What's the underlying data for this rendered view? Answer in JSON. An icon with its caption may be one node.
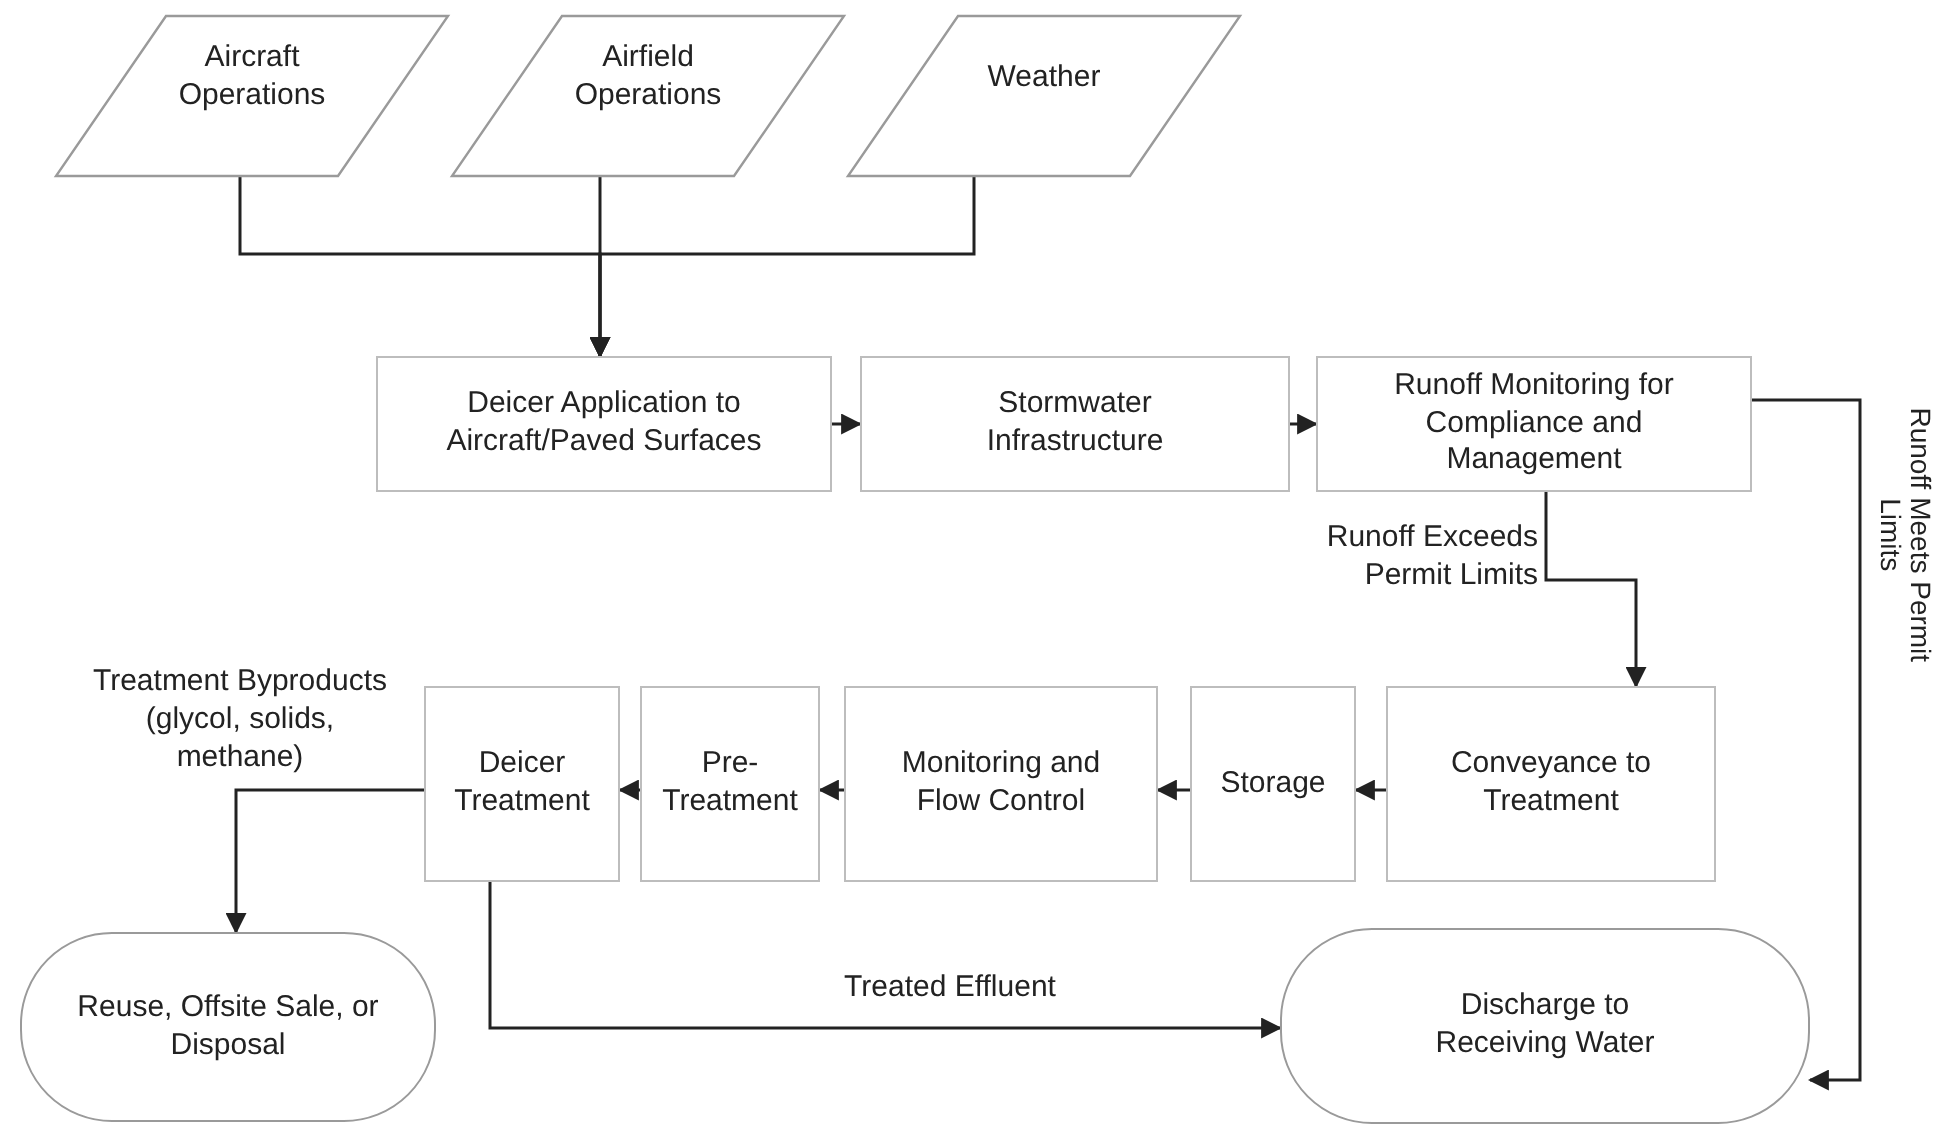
{
  "diagram": {
    "nodes": [
      {
        "text": [
          "Aircraft Operations"
        ]
      },
      {
        "text": [
          "Airfield Operations"
        ]
      },
      {
        "text": [
          "Weather"
        ]
      },
      {
        "text": [
          "Deicer Application to Aircraft/Paved Surfaces"
        ]
      },
      {
        "text": [
          "Stormwater Infrastructure"
        ]
      },
      {
        "text": [
          "Runoff Monitoring for Compliance and Management"
        ]
      },
      {
        "text": [
          "Deicer Treatment"
        ]
      },
      {
        "text": [
          "Pre-Treatment"
        ]
      },
      {
        "text": [
          "Monitoring and Flow Control"
        ]
      },
      {
        "text": [
          "Storage"
        ]
      },
      {
        "text": [
          "Conveyance to Treatment"
        ]
      },
      {
        "text": [
          "Reuse, Offsite Sale, or Disposal"
        ]
      },
      {
        "text": [
          "Discharge to Receiving Water"
        ]
      }
    ],
    "edges": [
      {
        "from": 0,
        "to": 3,
        "arrow": "to"
      },
      {
        "from": 1,
        "to": 3,
        "arrow": "to"
      },
      {
        "from": 2,
        "to": 3,
        "arrow": "to"
      },
      {
        "from": 3,
        "to": 4,
        "arrow": "to"
      },
      {
        "from": 4,
        "to": 5,
        "arrow": "to"
      },
      {
        "from": 5,
        "to": 10,
        "arrow": "to",
        "label": "Runoff Exceeds Permit Limits"
      },
      {
        "from": 5,
        "to": 12,
        "arrow": "to",
        "label": "Runoff Meets Permit Limits"
      },
      {
        "from": 10,
        "to": 9,
        "arrow": "to"
      },
      {
        "from": 9,
        "to": 8,
        "arrow": "to"
      },
      {
        "from": 8,
        "to": 7,
        "arrow": "to"
      },
      {
        "from": 7,
        "to": 6,
        "arrow": "to"
      },
      {
        "from": 6,
        "to": 11,
        "arrow": "to",
        "label": "Treatment Byproducts (glycol, solids, methane)"
      },
      {
        "from": 6,
        "to": 12,
        "arrow": "to",
        "label": "Treated Effluent"
      }
    ]
  }
}
